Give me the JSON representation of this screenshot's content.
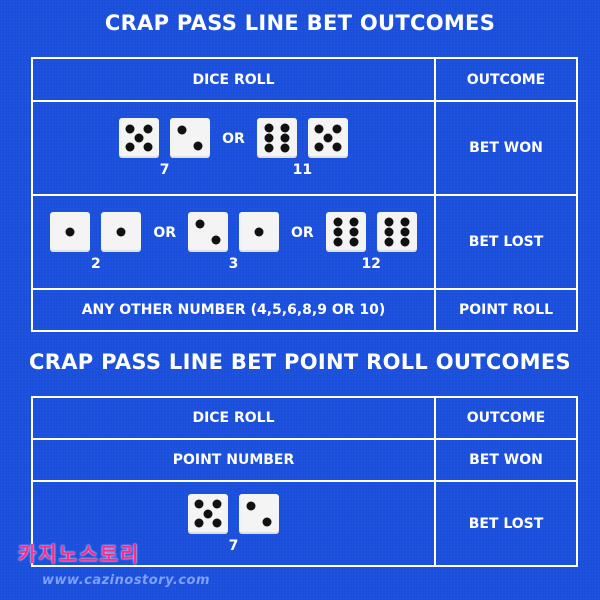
{
  "title1": "CRAP PASS LINE BET OUTCOMES",
  "title2": "CRAP PASS LINE BET POINT ROLL OUTCOMES",
  "table1": {
    "header": {
      "dice_roll": "DICE ROLL",
      "outcome": "OUTCOME"
    },
    "row_won": {
      "outcome": "BET WON",
      "separator": "OR",
      "groups": [
        {
          "label": "7",
          "dice": [
            5,
            2
          ]
        },
        {
          "label": "11",
          "dice": [
            6,
            5
          ]
        }
      ]
    },
    "row_lost": {
      "outcome": "BET LOST",
      "separator": "OR",
      "groups": [
        {
          "label": "2",
          "dice": [
            1,
            1
          ]
        },
        {
          "label": "3",
          "dice": [
            2,
            1
          ]
        },
        {
          "label": "12",
          "dice": [
            6,
            6
          ]
        }
      ]
    },
    "row_point": {
      "dice_roll": "ANY OTHER NUMBER (4,5,6,8,9 OR 10)",
      "outcome": "POINT ROLL"
    }
  },
  "table2": {
    "header": {
      "dice_roll": "DICE ROLL",
      "outcome": "OUTCOME"
    },
    "row_won": {
      "dice_roll": "POINT NUMBER",
      "outcome": "BET WON"
    },
    "row_lost": {
      "outcome": "BET LOST",
      "groups": [
        {
          "label": "7",
          "dice": [
            5,
            2
          ]
        }
      ]
    }
  },
  "watermark": {
    "brand": "카지노스토리",
    "url": "www.cazinostory.com"
  },
  "colors": {
    "background": "#1a4fdb",
    "text": "#ffffff",
    "die_face": "#f4f4f4",
    "pip": "#111111"
  }
}
